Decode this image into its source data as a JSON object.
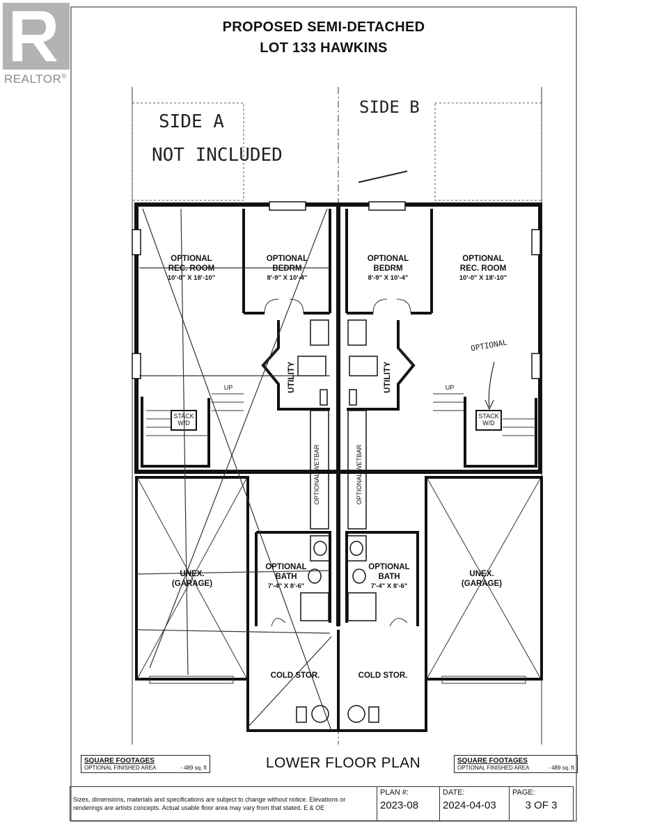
{
  "header": {
    "line1": "PROPOSED SEMI-DETACHED",
    "line2": "LOT 133 HAWKINS"
  },
  "watermark": {
    "brand": "REALTOR",
    "registered_mark": "®"
  },
  "handwriting": {
    "side_a": "SIDE A",
    "side_a_note": "NOT INCLUDED",
    "side_b": "SIDE B",
    "optional": "OPTIONAL"
  },
  "rooms": {
    "rec_room_left": {
      "name": "OPTIONAL",
      "name2": "REC. ROOM",
      "dims": "10'-0\" X 18'-10\""
    },
    "bedrm_left": {
      "name": "OPTIONAL",
      "name2": "BEDRM",
      "dims": "8'-9\" X 10'-4\""
    },
    "bedrm_right": {
      "name": "OPTIONAL",
      "name2": "BEDRM",
      "dims": "8'-9\" X 10'-4\""
    },
    "rec_room_right": {
      "name": "OPTIONAL",
      "name2": "REC. ROOM",
      "dims": "10'-0\" X 18'-10\""
    },
    "utility": "UTILITY",
    "stack": "STACK",
    "wd": "W/D",
    "up": "UP",
    "wetbar": "OPTIONAL WETBAR",
    "garage": {
      "name": "UNEX.",
      "name2": "(GARAGE)"
    },
    "bath_left": {
      "name": "OPTIONAL",
      "name2": "BATH",
      "dims": "7'-4\" X 8'-6\""
    },
    "bath_right": {
      "name": "OPTIONAL",
      "name2": "BATH",
      "dims": "7'-4\" X 8'-6\""
    },
    "cold_stor": "COLD STOR."
  },
  "square_footages": {
    "title": "SQUARE FOOTAGES",
    "label": "OPTIONAL FINISHED AREA",
    "value": "- 489 sq. ft"
  },
  "plan_title": "LOWER FLOOR PLAN",
  "footer": {
    "disclaimer": "Sizes, dimensions, materials and specifications are subject to change without notice. Elevations or renderings are artists concepts. Actual usable floor area may vary from that stated. E & OE",
    "plan_label": "PLAN #:",
    "plan_value": "2023-08",
    "date_label": "DATE:",
    "date_value": "2024-04-03",
    "page_label": "PAGE:",
    "page_value": "3 OF 3"
  }
}
